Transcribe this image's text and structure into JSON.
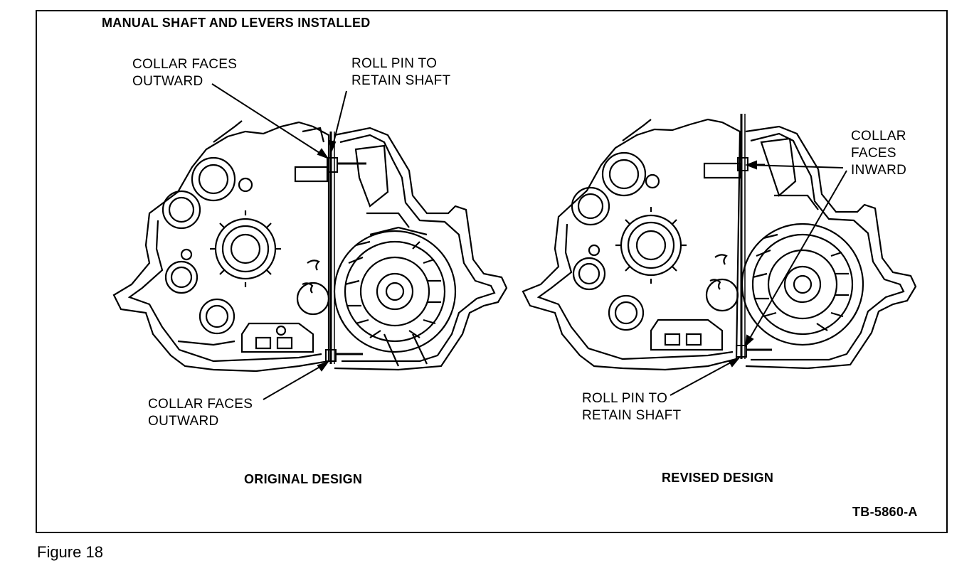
{
  "title": "MANUAL SHAFT AND LEVERS INSTALLED",
  "left": {
    "callout_top_left": "COLLAR FACES\nOUTWARD",
    "callout_top_right": "ROLL PIN TO\nRETAIN SHAFT",
    "callout_bottom": "COLLAR FACES\nOUTWARD",
    "design_label": "ORIGINAL DESIGN"
  },
  "right": {
    "callout_top": "COLLAR\nFACES\nINWARD",
    "callout_bottom": "ROLL PIN TO\nRETAIN SHAFT",
    "design_label": "REVISED DESIGN"
  },
  "figure_code": "TB-5860-A",
  "caption": "Figure 18"
}
